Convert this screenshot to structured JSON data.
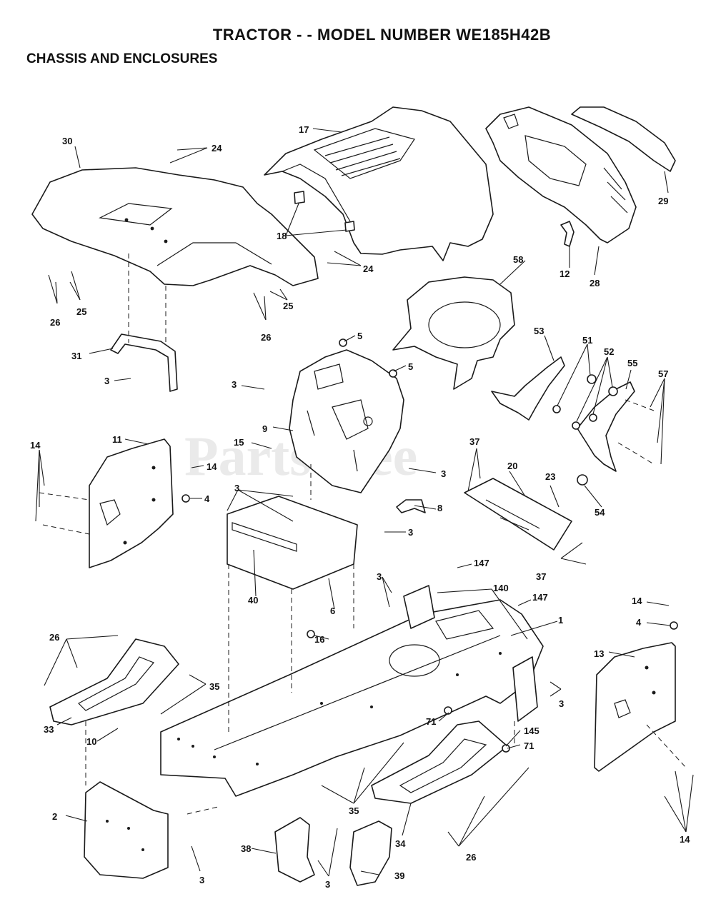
{
  "header": {
    "title": "TRACTOR - - MODEL NUMBER WE185H42B",
    "subtitle": "CHASSIS AND ENCLOSURES"
  },
  "watermark": "PartsTree",
  "callouts": [
    "30",
    "24",
    "17",
    "29",
    "18",
    "24",
    "12",
    "28",
    "26",
    "25",
    "26",
    "25",
    "58",
    "31",
    "3",
    "5",
    "5",
    "53",
    "51",
    "52",
    "55",
    "57",
    "3",
    "9",
    "11",
    "14",
    "15",
    "14",
    "4",
    "3",
    "37",
    "20",
    "23",
    "54",
    "3",
    "8",
    "3",
    "40",
    "6",
    "16",
    "147",
    "140",
    "147",
    "1",
    "37",
    "14",
    "4",
    "13",
    "26",
    "35",
    "3",
    "3",
    "71",
    "145",
    "71",
    "33",
    "10",
    "2",
    "35",
    "34",
    "26",
    "38",
    "3",
    "3",
    "39",
    "14"
  ]
}
